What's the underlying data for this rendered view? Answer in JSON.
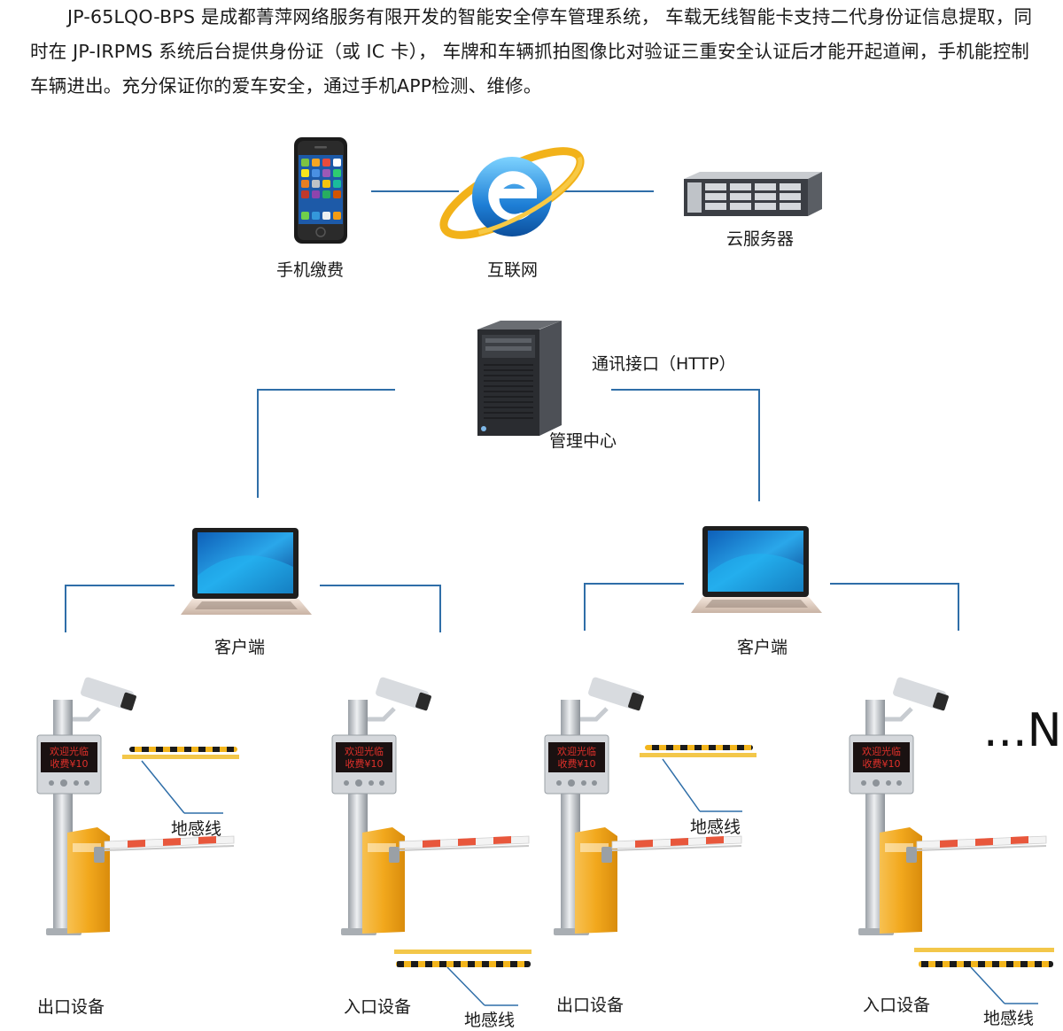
{
  "intro_text": "JP-65LQO-BPS 是成都菁萍网络服务有限开发的智能安全停车管理系统， 车载无线智能卡支持二代身份证信息提取，同时在 JP-IRPMS 系统后台提供身份证（或 IC 卡）， 车牌和车辆抓拍图像比对验证三重安全认证后才能开起道闸，手机能控制车辆进出。充分保证你的爱车安全，通过手机APP检测、维修。",
  "labels": {
    "mobile_pay": "手机缴费",
    "internet": "互联网",
    "cloud_server": "云服务器",
    "protocol": "通讯接口（HTTP）",
    "management_center": "管理中心",
    "client_left": "客户端",
    "client_right": "客户端",
    "exit_device_1": "出口设备",
    "entry_device_1": "入口设备",
    "exit_device_2": "出口设备",
    "entry_device_2": "入口设备",
    "sensor_1": "地感线",
    "sensor_2": "地感线",
    "sensor_3": "地感线",
    "sensor_4": "地感线",
    "more": "...N"
  },
  "display_text": {
    "line1": "欢迎光临",
    "line2": "收费¥10"
  },
  "colors": {
    "connector": "#2f6ea8",
    "barrier_orange": "#f2a81d",
    "boom_red": "#e8573c",
    "display_red": "#e0302a",
    "sensor_yellow": "#f3c74a"
  }
}
